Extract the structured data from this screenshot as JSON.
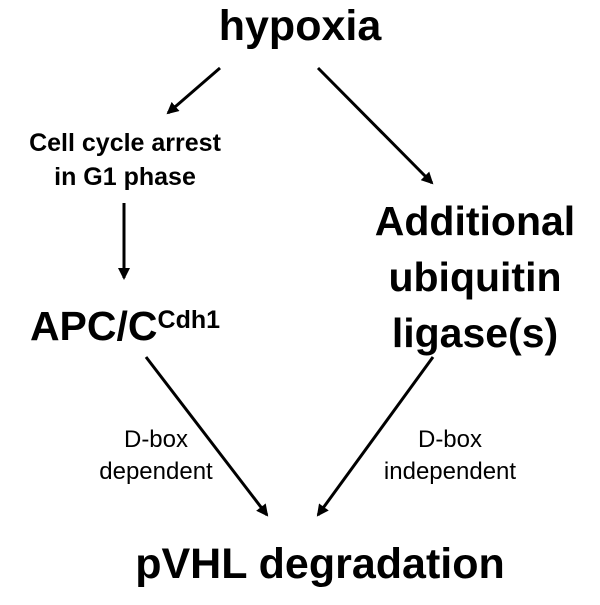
{
  "nodes": {
    "hypoxia": "hypoxia",
    "cell_cycle_arrest": [
      "Cell cycle arrest",
      "in G1 phase"
    ],
    "apc": {
      "main": "APC/C",
      "superscript": "Cdh1"
    },
    "ligase": [
      "Additional",
      "ubiquitin",
      "ligase(s)"
    ],
    "pvhl": "pVHL degradation"
  },
  "edge_labels": {
    "dbox_dependent": [
      "D-box",
      "dependent"
    ],
    "dbox_independent": [
      "D-box",
      "independent"
    ]
  },
  "colors": {
    "arrow": "#000000",
    "text": "#000000",
    "background": "#ffffff"
  }
}
